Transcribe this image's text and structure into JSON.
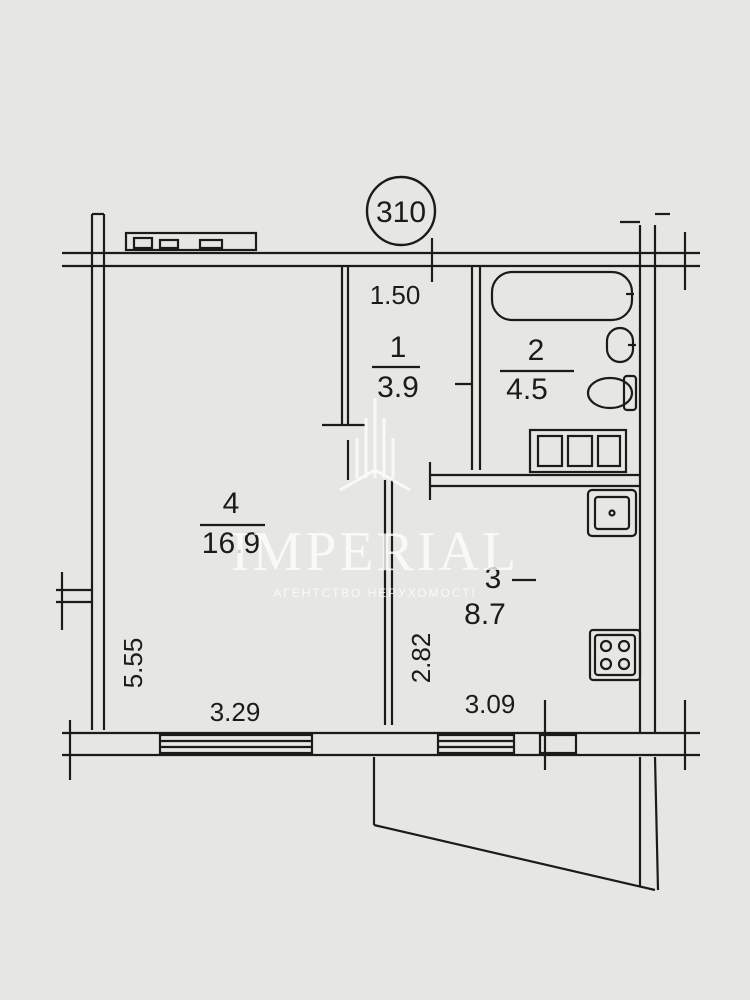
{
  "plan": {
    "unit_badge": "310",
    "rooms": [
      {
        "number": "1",
        "area": "3.9"
      },
      {
        "number": "2",
        "area": "4.5"
      },
      {
        "number": "3",
        "area": "8.7"
      },
      {
        "number": "4",
        "area": "16.9"
      }
    ],
    "dimensions": {
      "corridor_width": "1.50",
      "room_height": "5.55",
      "room_width": "3.29",
      "kitchen_height": "2.82",
      "kitchen_width": "3.09"
    }
  },
  "watermark": {
    "brand": "IMPERIAL",
    "tagline": "АГЕНТСТВО НЕРУХОМОСТІ"
  },
  "colors": {
    "background": "#e6e7e2",
    "line": "#1b1b1b",
    "watermark": "#ffffff"
  }
}
